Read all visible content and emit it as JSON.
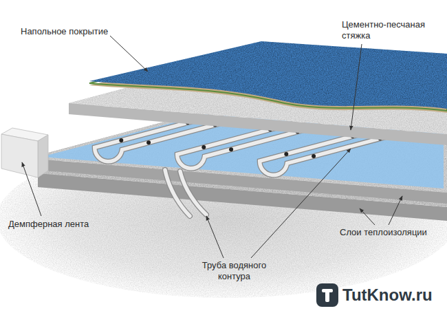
{
  "diagram": {
    "labels": [
      "Напольное покрытие",
      "Цементно-песчаная стяжка",
      "Демпферная лента",
      "Слои теплоизоляции",
      "Труба водяного контура",
      "TutKnow.ru"
    ]
  }
}
